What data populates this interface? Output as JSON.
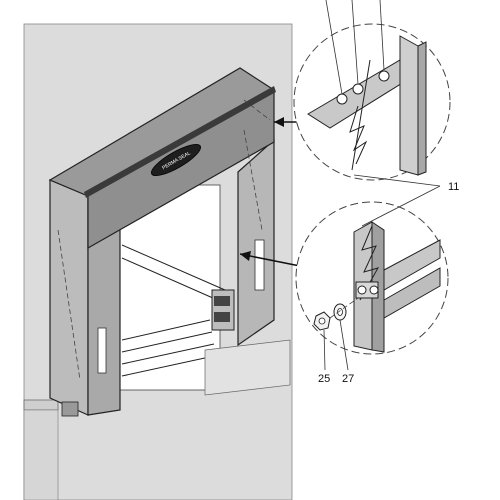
{
  "callouts": {
    "bracket_label": "11",
    "nut_label": "25",
    "washer_label": "27"
  },
  "brand_badge_text": "PERMA SEAL",
  "colors": {
    "wall": "#dcdcdc",
    "seal_frame": "#b4b4b4",
    "header_band": "#8f8f8f",
    "dark_rim": "#3a3a3a",
    "detail_background": "#ffffff"
  }
}
